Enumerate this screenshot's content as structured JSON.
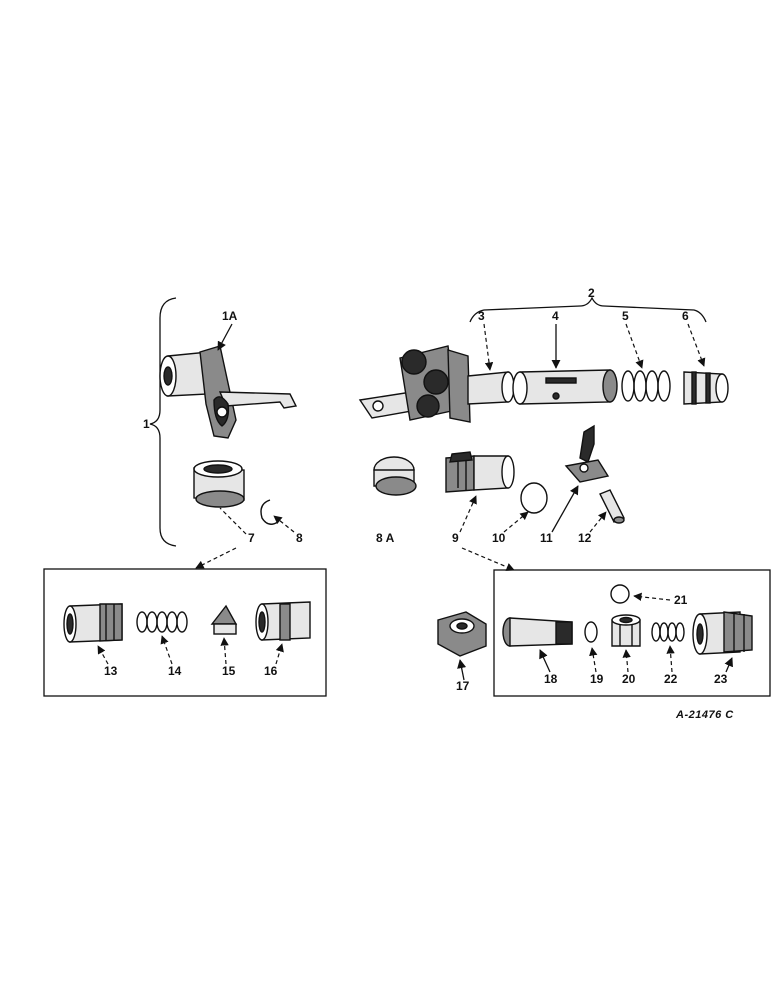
{
  "diagram": {
    "drawing_code": "A-21476 C",
    "labels": {
      "l1": "1",
      "l1a": "1A",
      "l2": "2",
      "l3": "3",
      "l4": "4",
      "l5": "5",
      "l6": "6",
      "l7": "7",
      "l8": "8",
      "l8a": "8 A",
      "l9": "9",
      "l10": "10",
      "l11": "11",
      "l12": "12",
      "l13": "13",
      "l14": "14",
      "l15": "15",
      "l16": "16",
      "l17": "17",
      "l18": "18",
      "l19": "19",
      "l20": "20",
      "l21": "21",
      "l22": "22",
      "l23": "23"
    }
  }
}
